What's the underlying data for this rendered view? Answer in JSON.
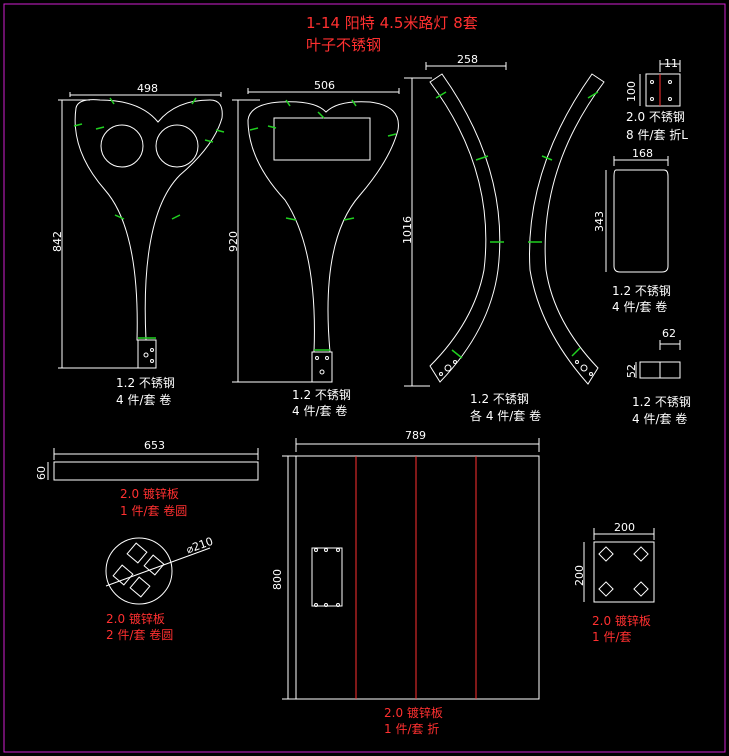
{
  "title": {
    "line1": "1-14 阳特 4.5米路灯 8套",
    "line2": "叶子不锈钢"
  },
  "parts": {
    "leaf1": {
      "w": "498",
      "h": "842",
      "l1": "1.2 不锈钢",
      "l2": "4 件/套 卷"
    },
    "leaf2": {
      "w": "506",
      "h": "920",
      "l1": "1.2 不锈钢",
      "l2": "4 件/套 卷"
    },
    "arc": {
      "w": "258",
      "h": "1016",
      "l1": "1.2 不锈钢",
      "l2": "各 4 件/套 卷"
    },
    "bracket": {
      "w": "11",
      "h": "100",
      "l1": "2.0 不锈钢",
      "l2": "8 件/套 折L"
    },
    "panel": {
      "w": "168",
      "h": "343",
      "l1": "1.2 不锈钢",
      "l2": "4 件/套 卷"
    },
    "tab": {
      "w": "62",
      "h": "52",
      "l1": "1.2 不锈钢",
      "l2": "4 件/套 卷"
    },
    "strip": {
      "w": "653",
      "h": "60",
      "l1": "2.0 镀锌板",
      "l2": "1 件/套 卷圆"
    },
    "disc": {
      "d": "⌀210",
      "l1": "2.0 镀锌板",
      "l2": "2 件/套 卷圆"
    },
    "sheet": {
      "w": "789",
      "h": "800",
      "l1": "2.0 镀锌板",
      "l2": "1 件/套 折"
    },
    "square": {
      "w": "200",
      "h": "200",
      "l1": "2.0 镀锌板",
      "l2": "1 件/套"
    }
  }
}
